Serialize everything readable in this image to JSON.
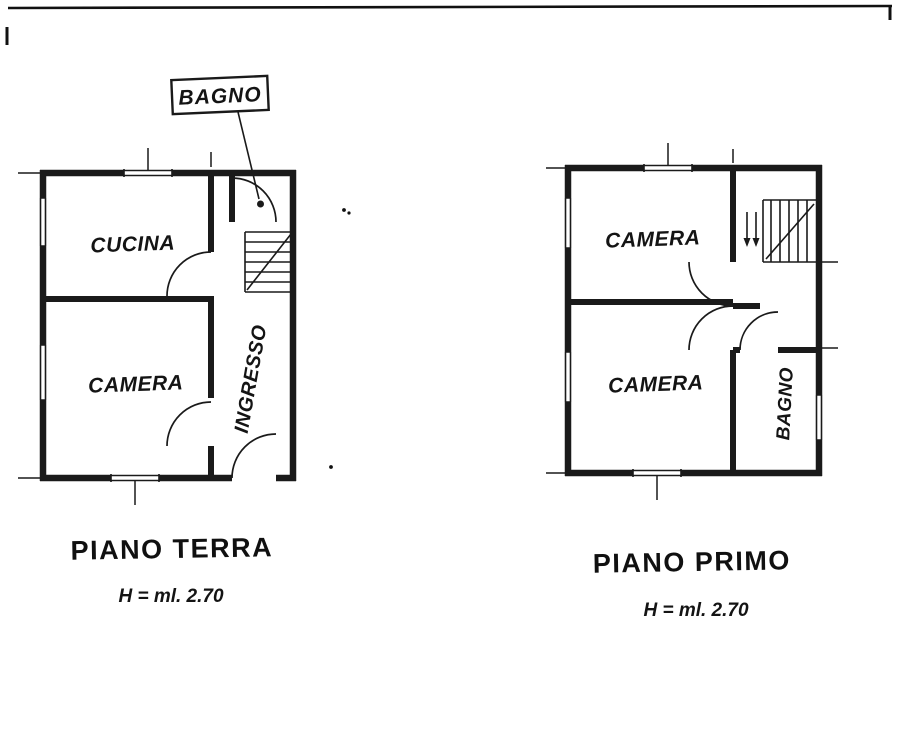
{
  "page": {
    "paper_color": "#ffffff",
    "ink_color": "#1a1a1a"
  },
  "plan_terra": {
    "callout_label": "BAGNO",
    "rooms": {
      "cucina": "CUCINA",
      "camera": "CAMERA",
      "ingresso": "INGRESSO"
    },
    "title": "PIANO TERRA",
    "height_note": "H = ml. 2.70"
  },
  "plan_primo": {
    "rooms": {
      "camera_top": "CAMERA",
      "camera_bottom": "CAMERA",
      "bagno": "BAGNO"
    },
    "title": "PIANO PRIMO",
    "height_note": "H = ml. 2.70"
  }
}
